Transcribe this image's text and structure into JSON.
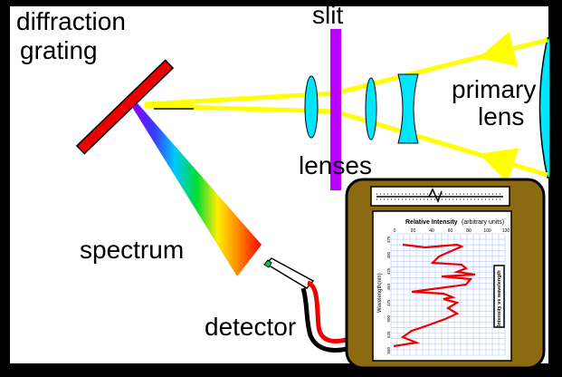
{
  "labels": {
    "diffraction_line1": "diffraction",
    "diffraction_line2": "grating",
    "slit": "slit",
    "primary_line1": "primary",
    "primary_line2": "lens",
    "lenses": "lenses",
    "spectrum": "spectrum",
    "detector": "detector"
  },
  "recorder": {
    "chart_title": "Relative Intensity",
    "chart_title_units": "(arbitrary units)",
    "axis_label": "Wavelength(nm)",
    "side_label": "Intensity vs wavelength",
    "x_ticks": [
      "0",
      "20",
      "40",
      "60",
      "80",
      "100",
      "120"
    ],
    "y_ticks": [
      "375",
      "400",
      "425",
      "450",
      "475",
      "500",
      "525",
      "550"
    ]
  },
  "colors": {
    "background": "#ffffff",
    "frame": "#000000",
    "light_ray": "#ffff00",
    "slit": "#bb00ff",
    "lens": "#00e5ff",
    "grating": "#ee0000",
    "recorder_case": "#8b6a12",
    "trace": "#ee0000",
    "wire_red": "#ee0000",
    "wire_black": "#000000",
    "grid": "#b0c8ff",
    "detector_tip": "#00cc33"
  },
  "icons": [
    "diffraction-grating-icon",
    "slit-icon",
    "lens-icon",
    "primary-lens-icon",
    "spectrum-fan-icon",
    "detector-probe-icon",
    "chart-recorder-icon"
  ]
}
